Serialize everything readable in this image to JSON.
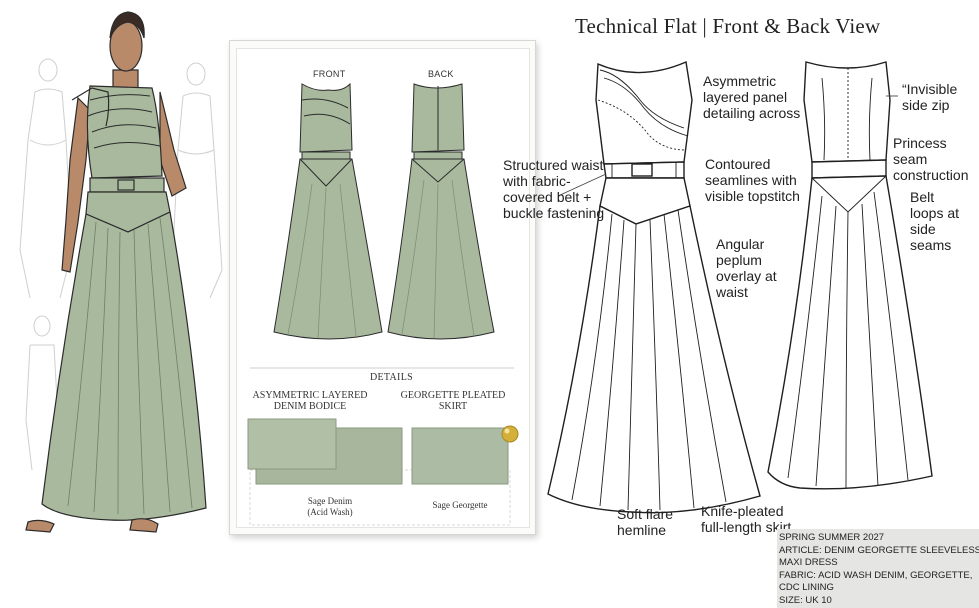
{
  "title": "Technical Flat | Front & Back View",
  "board": {
    "front_label": "FRONT",
    "back_label": "BACK",
    "details_label": "DETAILS",
    "bodice_title_line1": "ASYMMETRIC LAYERED",
    "bodice_title_line2": "DENIM BODICE",
    "skirt_title_line1": "GEORGETTE PLEATED",
    "skirt_title_line2": "SKIRT",
    "swatch1_line1": "Sage Denim",
    "swatch1_line2": "(Acid Wash)",
    "swatch2": "Sage Georgette"
  },
  "annotations": {
    "a1_l1": "Asymmetric",
    "a1_l2": "layered panel",
    "a1_l3": "detailing across",
    "a2_l1": "“Invisible",
    "a2_l2": "side zip",
    "a3_l1": "Princess",
    "a3_l2": "seam",
    "a3_l3": "construction",
    "a4_l1": "Structured waist",
    "a4_l2": "with fabric-",
    "a4_l3": "covered belt +",
    "a4_l4": "buckle fastening",
    "a5_l1": "Contoured",
    "a5_l2": "seamlines with",
    "a5_l3": "visible topstitch",
    "a6_l1": "Belt",
    "a6_l2": "loops at",
    "a6_l3": "side",
    "a6_l4": "seams",
    "a7_l1": "Angular",
    "a7_l2": "peplum",
    "a7_l3": "overlay at",
    "a7_l4": "waist",
    "a8_l1": "Soft flare",
    "a8_l2": "hemline",
    "a9_l1": "Knife-pleated",
    "a9_l2": "full-length skirt"
  },
  "spec": {
    "season": "SPRING SUMMER 2027",
    "article_l1": "ARTICLE: DENIM GEORGETTE SLEEVELESS",
    "article_l2": "MAXI DRESS",
    "fabric_l1": "FABRIC: ACID WASH DENIM, GEORGETTE,",
    "fabric_l2": "CDC LINING",
    "size": "SIZE: UK 10"
  },
  "colors": {
    "sage": "#a9b99e",
    "sage_dark": "#8fa184",
    "outline": "#2b2b2b",
    "skin": "#b98a6a",
    "pin": "#d4b03a"
  }
}
